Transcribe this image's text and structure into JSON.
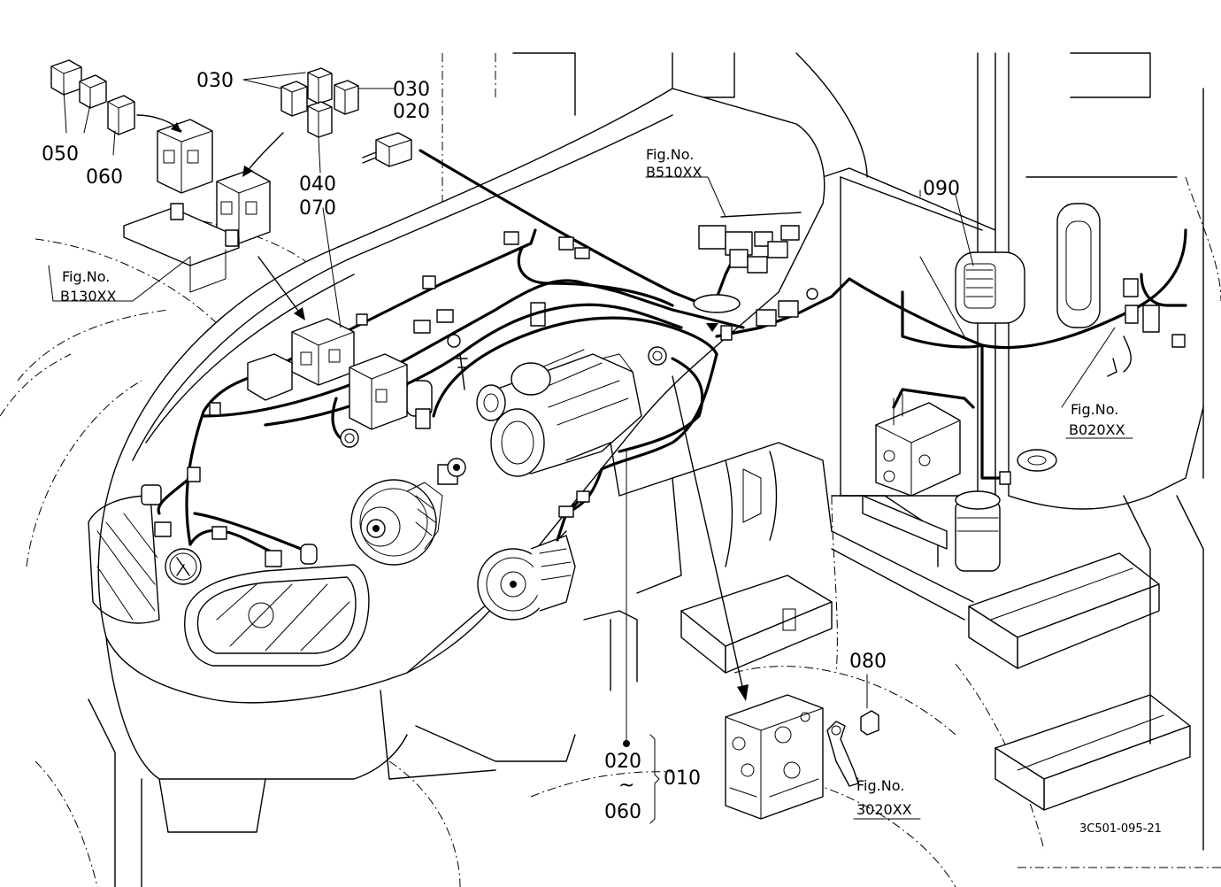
{
  "labels": {
    "p030a": "030",
    "p030b": "030",
    "p020a": "020",
    "p050": "050",
    "p060a": "060",
    "p040": "040",
    "p070": "070",
    "p090": "090",
    "p080": "080",
    "p020b": "020",
    "tilde": "~",
    "p060b": "060",
    "p010": "010"
  },
  "refs": {
    "b130_fig": "Fig.No.",
    "b130_code": "B130XX",
    "b510_fig": "Fig.No.",
    "b510_code": "B510XX",
    "b020_fig": "Fig.No.",
    "b020_code": "B020XX",
    "f3020_fig": "Fig.No.",
    "f3020_code": "3020XX"
  },
  "drawing_code": "3C501-095-21"
}
